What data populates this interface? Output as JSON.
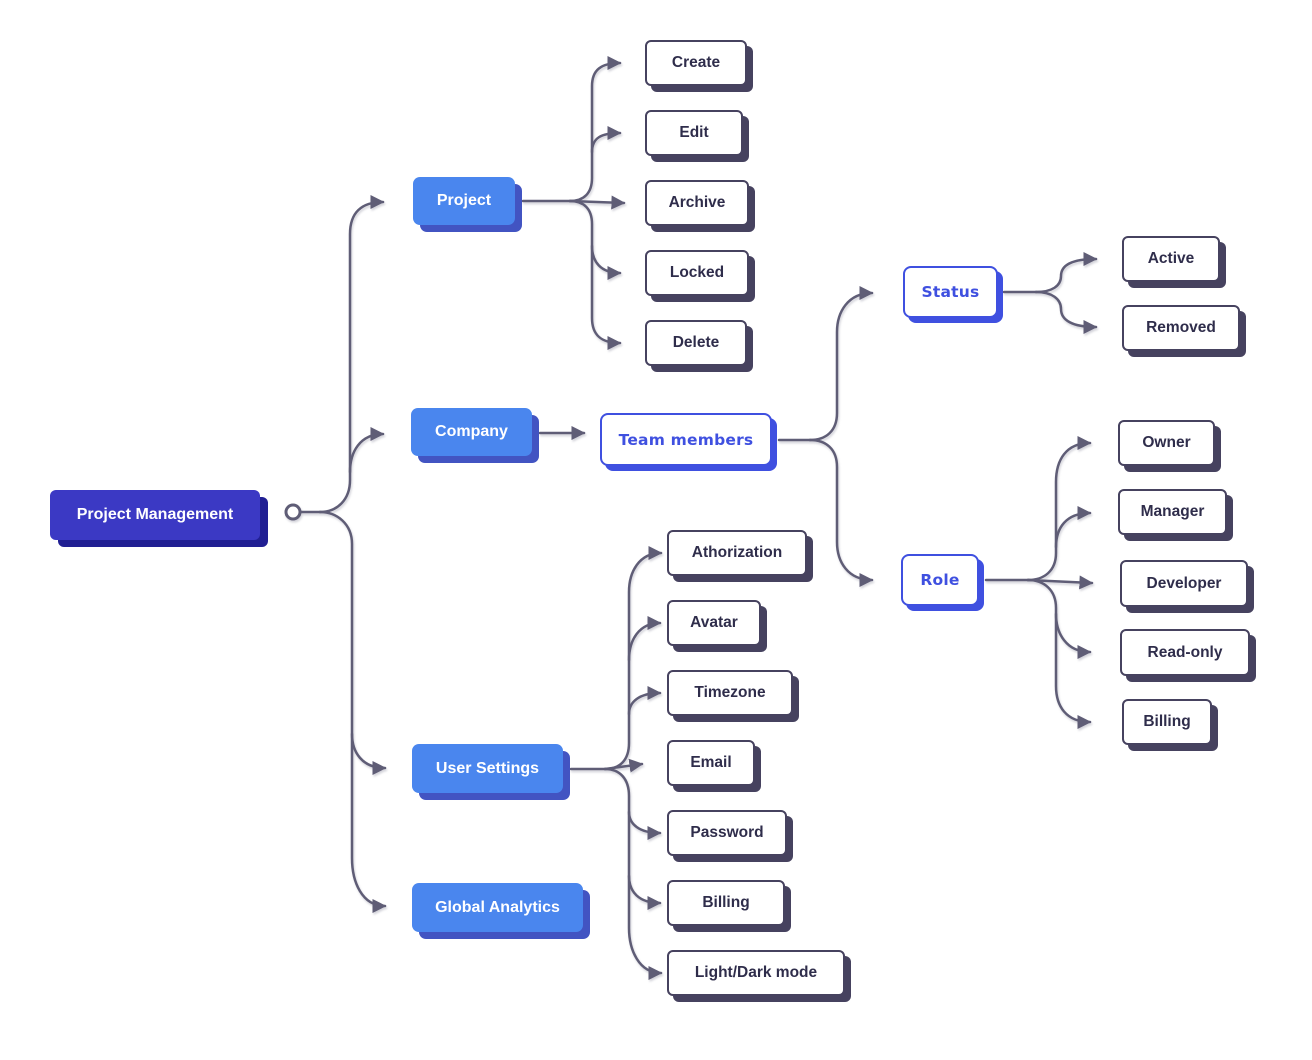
{
  "colors": {
    "root_fill": "#3b39c4",
    "root_shadow": "#211f93",
    "branch_fill": "#4a86ee",
    "branch_shadow": "#4254c2",
    "leaf_border": "#46425f",
    "outline_accent": "#3f50e0",
    "connector": "#5f5d76",
    "canvas_bg": "#ffffff"
  },
  "tree": {
    "root": {
      "label": "Project Management"
    },
    "branches": [
      {
        "label": "Project",
        "children": [
          {
            "label": "Create"
          },
          {
            "label": "Edit"
          },
          {
            "label": "Archive"
          },
          {
            "label": "Locked"
          },
          {
            "label": "Delete"
          }
        ]
      },
      {
        "label": "Company",
        "children": [
          {
            "label": "Team members",
            "children": [
              {
                "label": "Status",
                "children": [
                  {
                    "label": "Active"
                  },
                  {
                    "label": "Removed"
                  }
                ]
              },
              {
                "label": "Role",
                "children": [
                  {
                    "label": "Owner"
                  },
                  {
                    "label": "Manager"
                  },
                  {
                    "label": "Developer"
                  },
                  {
                    "label": "Read-only"
                  },
                  {
                    "label": "Billing"
                  }
                ]
              }
            ]
          }
        ]
      },
      {
        "label": "User Settings",
        "children": [
          {
            "label": "Athorization"
          },
          {
            "label": "Avatar"
          },
          {
            "label": "Timezone"
          },
          {
            "label": "Email"
          },
          {
            "label": "Password"
          },
          {
            "label": "Billing"
          },
          {
            "label": "Light/Dark mode"
          }
        ]
      },
      {
        "label": "Global Analytics",
        "children": []
      }
    ]
  }
}
